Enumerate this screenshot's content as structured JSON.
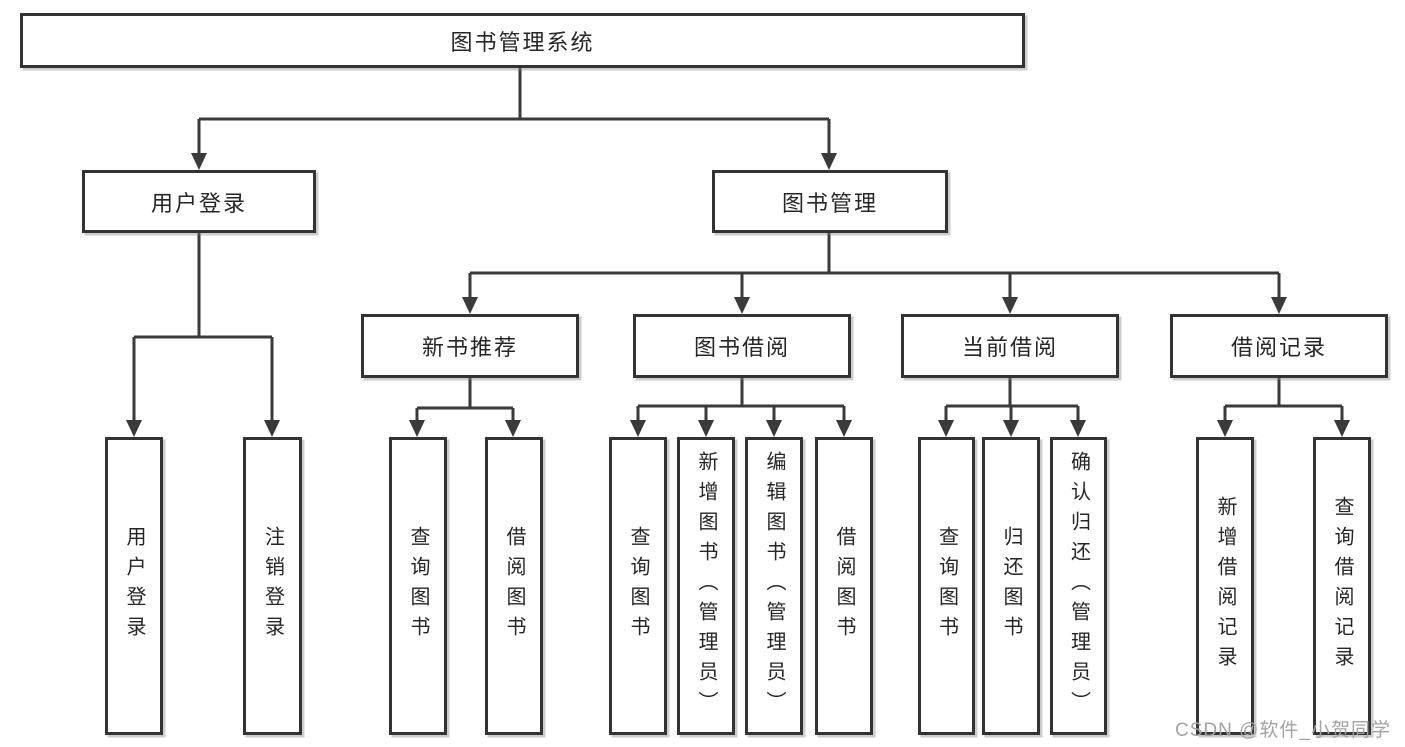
{
  "title": "图书管理系统",
  "colors": {
    "line": "#3a3a3a",
    "box_border": "#333333",
    "text": "#262626",
    "watermark": "#a3a3a3",
    "background": "#ffffff"
  },
  "root": {
    "label": "图书管理系统"
  },
  "level2": [
    {
      "id": "user-login",
      "label": "用户登录"
    },
    {
      "id": "book-management",
      "label": "图书管理"
    }
  ],
  "level3": [
    {
      "id": "new-book-recommendation",
      "label": "新书推荐"
    },
    {
      "id": "book-borrowing",
      "label": "图书借阅"
    },
    {
      "id": "current-borrowing",
      "label": "当前借阅"
    },
    {
      "id": "borrowing-records",
      "label": "借阅记录"
    }
  ],
  "leaves": [
    {
      "id": "user-login",
      "label": "用户登录"
    },
    {
      "id": "logout",
      "label": "注销登录"
    },
    {
      "id": "query-books-recommend",
      "label": "查询图书"
    },
    {
      "id": "borrow-books-recommend",
      "label": "借阅图书"
    },
    {
      "id": "query-books-borrowing",
      "label": "查询图书"
    },
    {
      "id": "add-books-admin",
      "label": "新增图书（管理员）"
    },
    {
      "id": "edit-books-admin",
      "label": "编辑图书（管理员）"
    },
    {
      "id": "borrow-books-borrowing",
      "label": "借阅图书"
    },
    {
      "id": "query-books-current",
      "label": "查询图书"
    },
    {
      "id": "return-books",
      "label": "归还图书"
    },
    {
      "id": "confirm-return-admin",
      "label": "确认归还（管理员）"
    },
    {
      "id": "add-borrow-record",
      "label": "新增借阅记录"
    },
    {
      "id": "query-borrow-record",
      "label": "查询借阅记录"
    }
  ],
  "watermark": "CSDN @软件_小贺同学"
}
